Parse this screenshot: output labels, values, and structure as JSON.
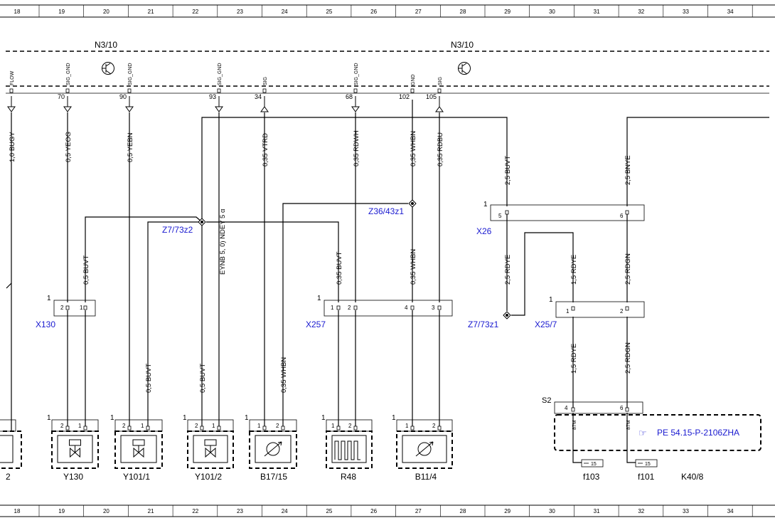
{
  "ruler": {
    "numbers": [
      "18",
      "19",
      "20",
      "21",
      "22",
      "23",
      "24",
      "25",
      "26",
      "27",
      "28",
      "29",
      "30",
      "31",
      "32",
      "33",
      "34"
    ]
  },
  "units": {
    "n3_10_left": "N3/10",
    "n3_10_right": "N3/10"
  },
  "pins": [
    {
      "num": "",
      "sig": "FLOW"
    },
    {
      "num": "70",
      "sig": "SIG_GND"
    },
    {
      "num": "90",
      "sig": "SIG_GND"
    },
    {
      "num": "93",
      "sig": "SIG_GND"
    },
    {
      "num": "34",
      "sig": "SIG"
    },
    {
      "num": "68",
      "sig": "SIG_GND"
    },
    {
      "num": "102",
      "sig": "GND"
    },
    {
      "num": "105",
      "sig": "SIG"
    }
  ],
  "wires": {
    "w1": "1,0 BUGY",
    "w2": "0,5 YEOG",
    "w3": "0,5 YEBN",
    "w4": "0,35 VTRD",
    "w5": "0,35 RDWH",
    "w6": "0,35 WHBN",
    "w7": "0,35 RDBU",
    "w8": "2,5 BUVT",
    "w9": "2,5 BNYE",
    "w10": "0,5 BUVT",
    "w11": "0,35 BUVT",
    "w12": "0,35 WHBN",
    "w13": "2,5 RDYE",
    "w14": "1,5 RDYE",
    "w15": "2,5 RDGN",
    "w16": "0,5 BUVT",
    "w17": "0,5 BUVT",
    "w18": "0,35 WHBN",
    "w19": "1,5 RDYE",
    "w20": "2,5 RDGN",
    "w21": "EYNB 5, 0) NDEY 5 α"
  },
  "splices": {
    "z7_73z2": "Z7/73z2",
    "z36_43z1": "Z36/43z1",
    "z7_73z1": "Z7/73z1"
  },
  "connectors": {
    "x26": "X26",
    "x130": "X130",
    "x257": "X257",
    "x25_7": "X25/7",
    "s2": "S2"
  },
  "connector_pins": {
    "one": "1",
    "two": "2",
    "three": "3",
    "four": "4",
    "five": "5",
    "six": "6"
  },
  "components": {
    "left_partial": "2",
    "y130": "Y130",
    "y101_1": "Y101/1",
    "y101_2": "Y101/2",
    "b17_15": "B17/15",
    "r48": "R48",
    "b11_4": "B11/4",
    "f103": "f103",
    "f101": "f101",
    "k40_8": "K40/8"
  },
  "fuses": {
    "f103_value": "15",
    "f101_value": "15"
  },
  "relay_pins": {
    "p1": "87M",
    "p2": "87M"
  },
  "reference": {
    "text": "PE 54.15-P-2106ZHA",
    "icon": "pointing-hand-icon"
  },
  "colors": {
    "line": "#000000",
    "reference_blue": "#1a1ad0"
  }
}
